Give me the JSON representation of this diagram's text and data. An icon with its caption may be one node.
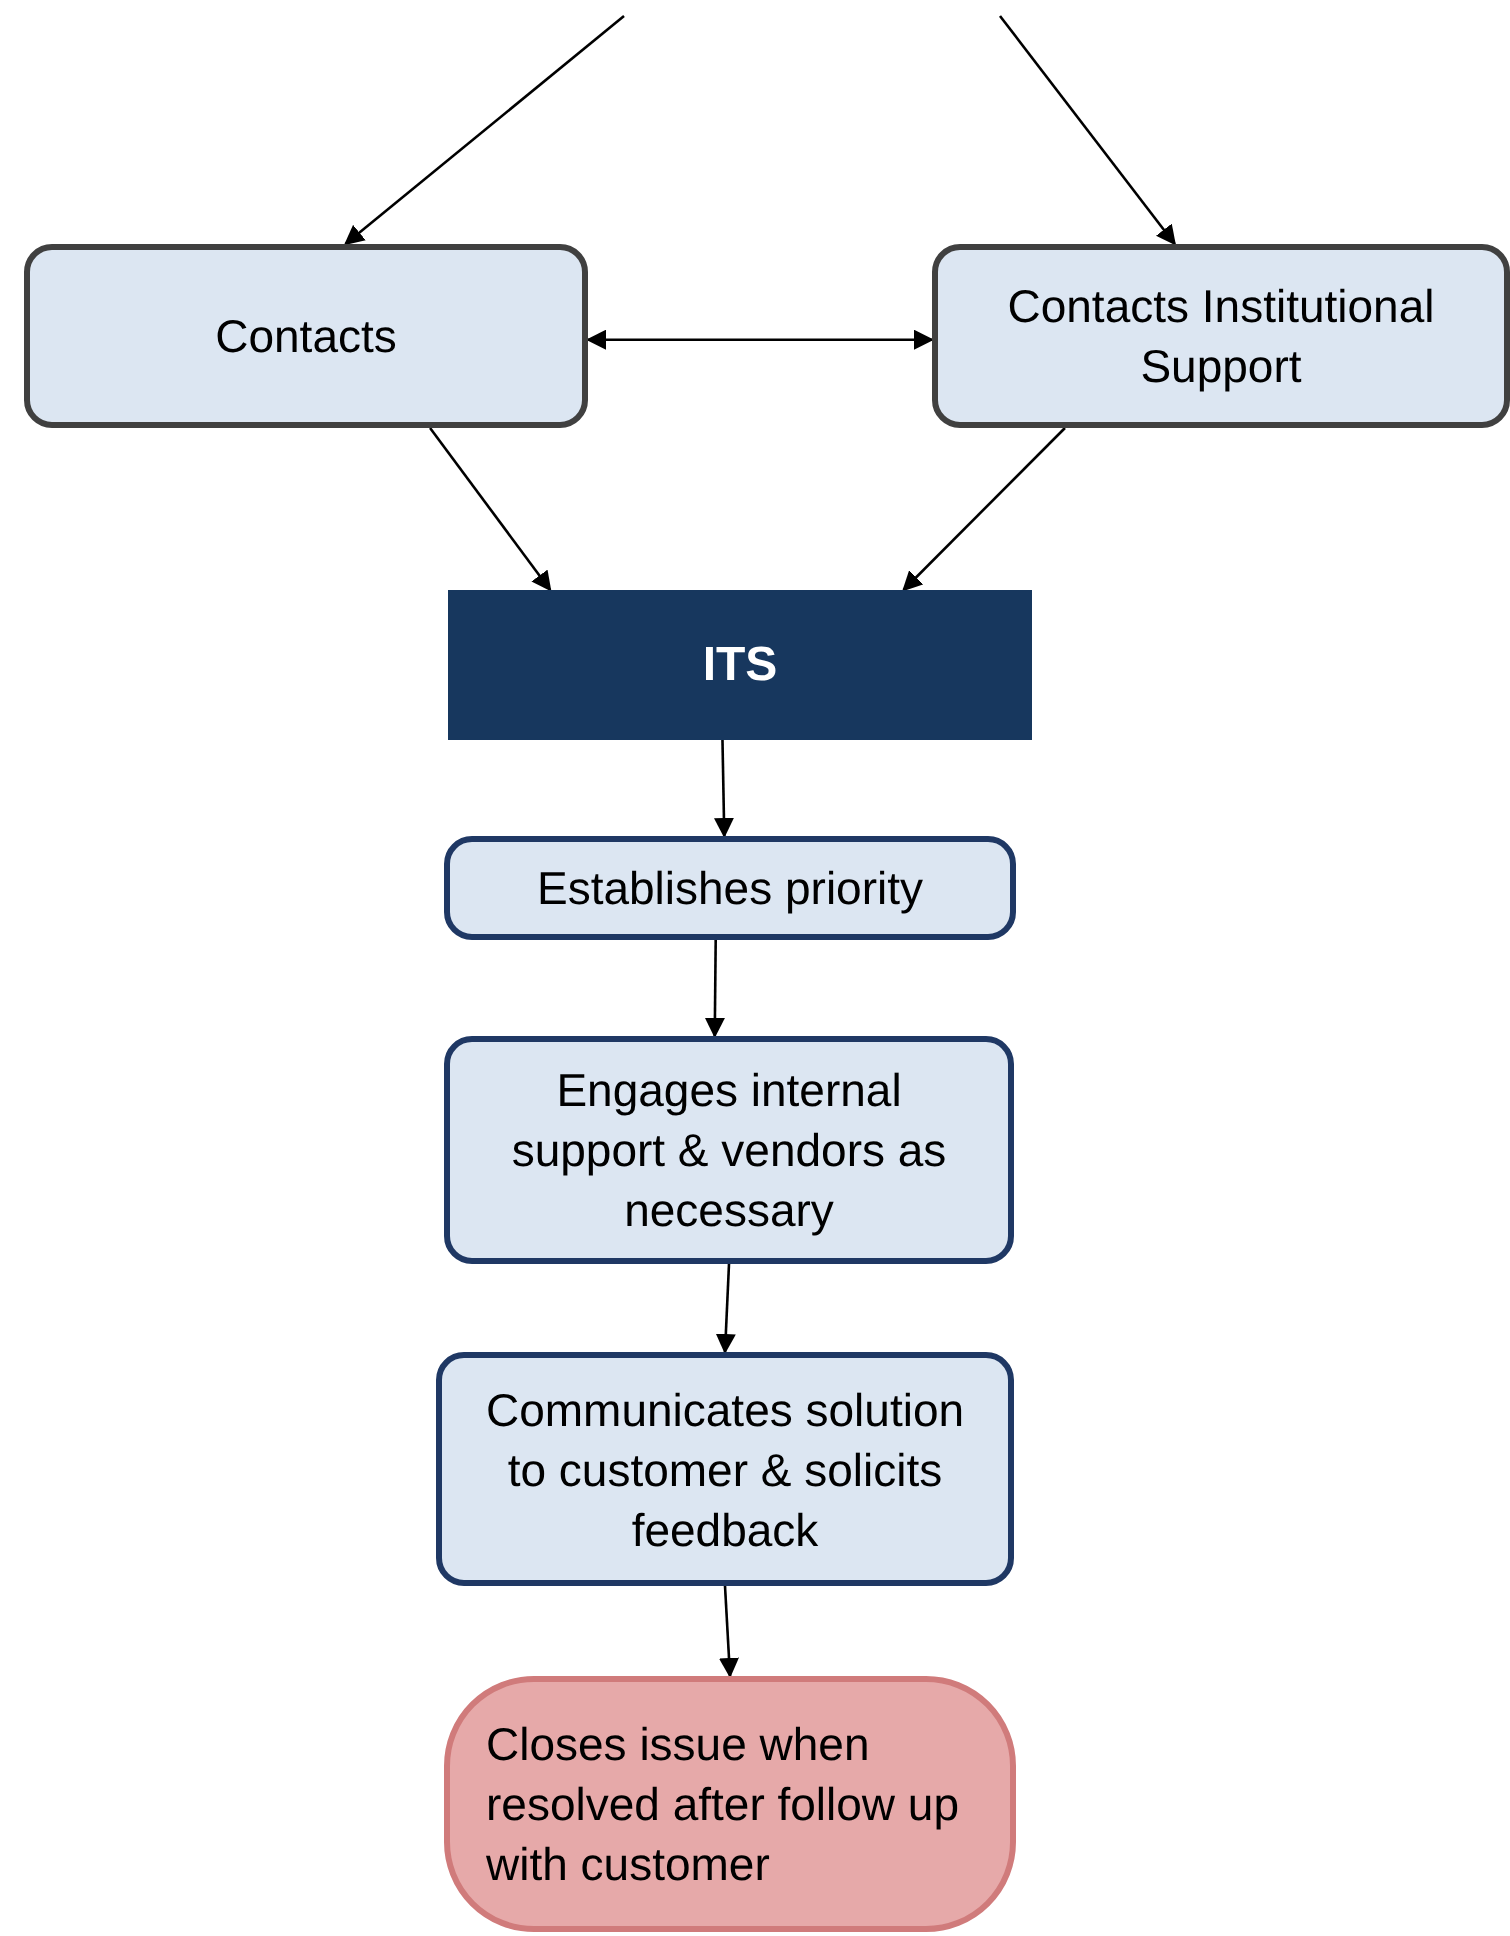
{
  "diagram": {
    "nodes": [
      {
        "text": [
          "Contacts"
        ]
      },
      {
        "text": [
          "Contacts Institutional Support"
        ]
      },
      {
        "text": [
          "ITS"
        ]
      },
      {
        "text": [
          "Establishes priority"
        ]
      },
      {
        "text": [
          "Engages internal support & vendors as necessary"
        ]
      },
      {
        "text": [
          "Communicates solution to customer & solicits feedback"
        ]
      },
      {
        "text": [
          "Closes issue when resolved after follow up with customer"
        ]
      }
    ],
    "edges": [
      {
        "from": null,
        "to": 0,
        "arrow": "to"
      },
      {
        "from": null,
        "to": 1,
        "arrow": "to"
      },
      {
        "from": 0,
        "to": 1,
        "arrow": "both"
      },
      {
        "from": 0,
        "to": 2,
        "arrow": "to"
      },
      {
        "from": 1,
        "to": 2,
        "arrow": "to"
      },
      {
        "from": 2,
        "to": 3,
        "arrow": "to"
      },
      {
        "from": 3,
        "to": 4,
        "arrow": "to"
      },
      {
        "from": 4,
        "to": 5,
        "arrow": "to"
      },
      {
        "from": 5,
        "to": 6,
        "arrow": "to"
      }
    ]
  }
}
